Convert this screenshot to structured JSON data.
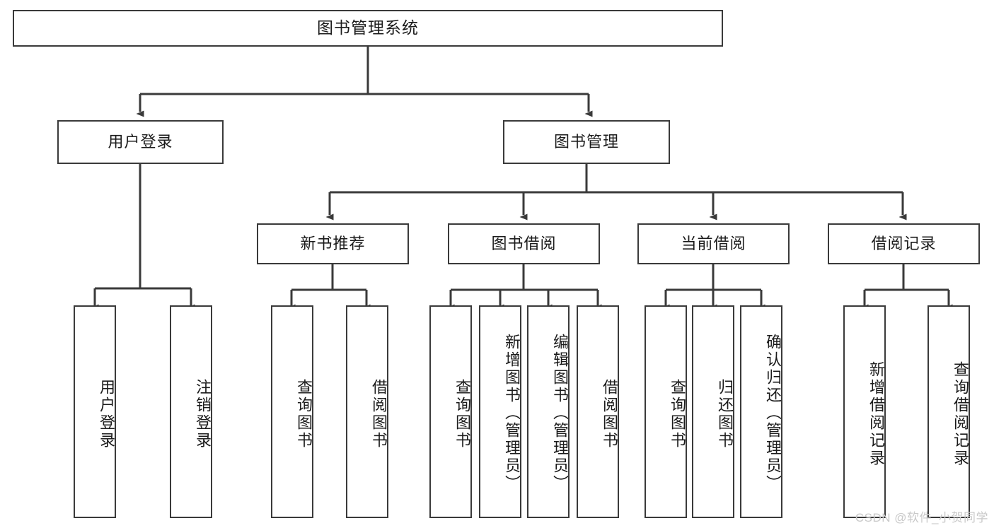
{
  "diagram": {
    "title_text": "图书管理系统",
    "watermark": "CSDN @软件_小贺同学",
    "type": "tree-hierarchy-diagram",
    "colors": {
      "box_border": "#3a3a3a",
      "box_fill": "#ffffff",
      "connector": "#3a3a3a",
      "text": "#1b1b1b",
      "watermark": "#c9c9c9",
      "background": "#ffffff"
    },
    "root": {
      "label": "图书管理系统"
    },
    "level2": [
      {
        "id": "user-login",
        "label": "用户登录"
      },
      {
        "id": "book-management",
        "label": "图书管理"
      }
    ],
    "level3": [
      {
        "id": "new-book-recommend",
        "label": "新书推荐"
      },
      {
        "id": "book-borrow",
        "label": "图书借阅"
      },
      {
        "id": "current-borrow",
        "label": "当前借阅"
      },
      {
        "id": "borrow-record",
        "label": "借阅记录"
      }
    ],
    "leaves": {
      "user_login": [
        {
          "id": "leaf-user-login",
          "label": "用户登录"
        },
        {
          "id": "leaf-logout-login",
          "label": "注销登录"
        }
      ],
      "new_book_recommend": [
        {
          "id": "leaf-query-book-1",
          "label": "查询图书"
        },
        {
          "id": "leaf-borrow-book-1",
          "label": "借阅图书"
        }
      ],
      "book_borrow": [
        {
          "id": "leaf-query-book-2",
          "label": "查询图书"
        },
        {
          "id": "leaf-add-book",
          "label": "新增图书（管理员）"
        },
        {
          "id": "leaf-edit-book",
          "label": "编辑图书（管理员）"
        },
        {
          "id": "leaf-borrow-book-2",
          "label": "借阅图书"
        }
      ],
      "current_borrow": [
        {
          "id": "leaf-query-book-3",
          "label": "查询图书"
        },
        {
          "id": "leaf-return-book",
          "label": "归还图书"
        },
        {
          "id": "leaf-confirm-return",
          "label": "确认归还（管理员）"
        }
      ],
      "borrow_record": [
        {
          "id": "leaf-add-record",
          "label": "新增借阅记录"
        },
        {
          "id": "leaf-query-record",
          "label": "查询借阅记录"
        }
      ]
    }
  }
}
